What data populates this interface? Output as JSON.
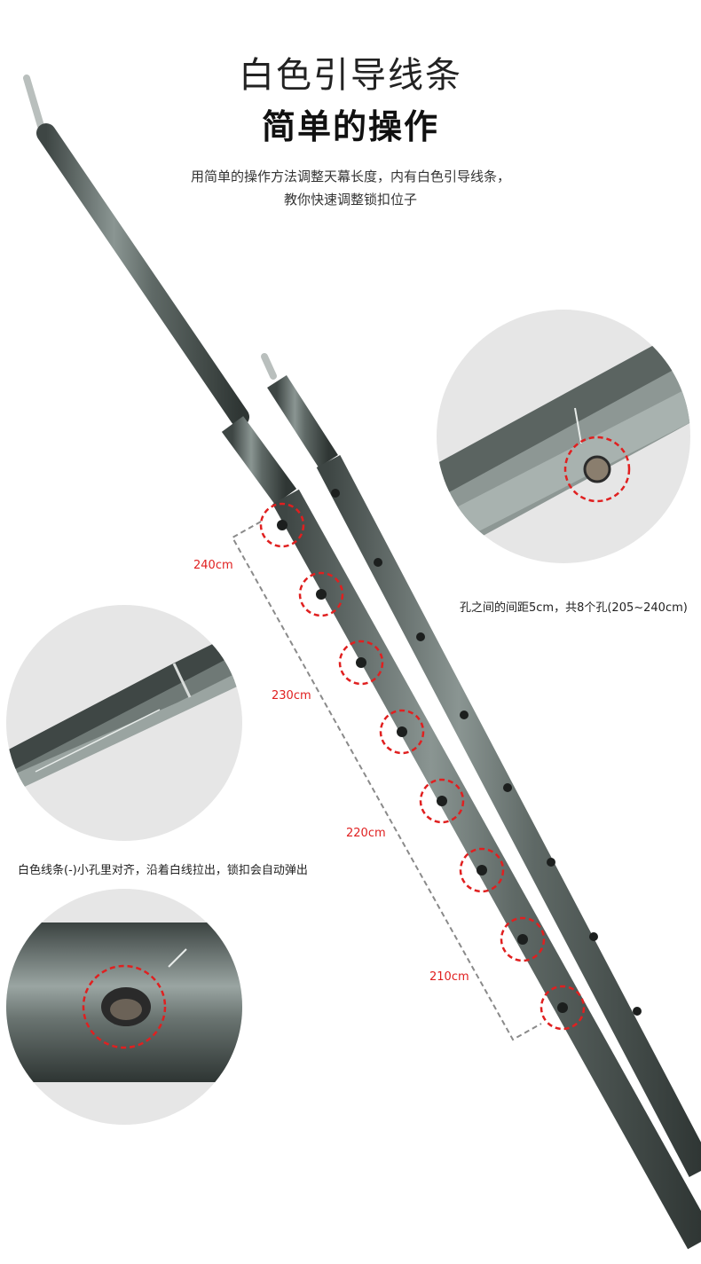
{
  "heading": {
    "line1": "白色引导线条",
    "line2": "简单的操作"
  },
  "description": {
    "line1": "用简单的操作方法调整天幕长度，内有白色引导线条，",
    "line2": "教你快速调整锁扣位子"
  },
  "measurements": [
    "240cm",
    "230cm",
    "220cm",
    "210cm"
  ],
  "notes": {
    "spacing": "孔之间的间距5cm，共8个孔(205~240cm)",
    "guide": "白色线条(-)小孔里对齐，沿着白线拉出，锁扣会自动弹出"
  },
  "colors": {
    "highlight_circle": "#e02020",
    "pole": "#5a6360",
    "background": "#ffffff"
  }
}
